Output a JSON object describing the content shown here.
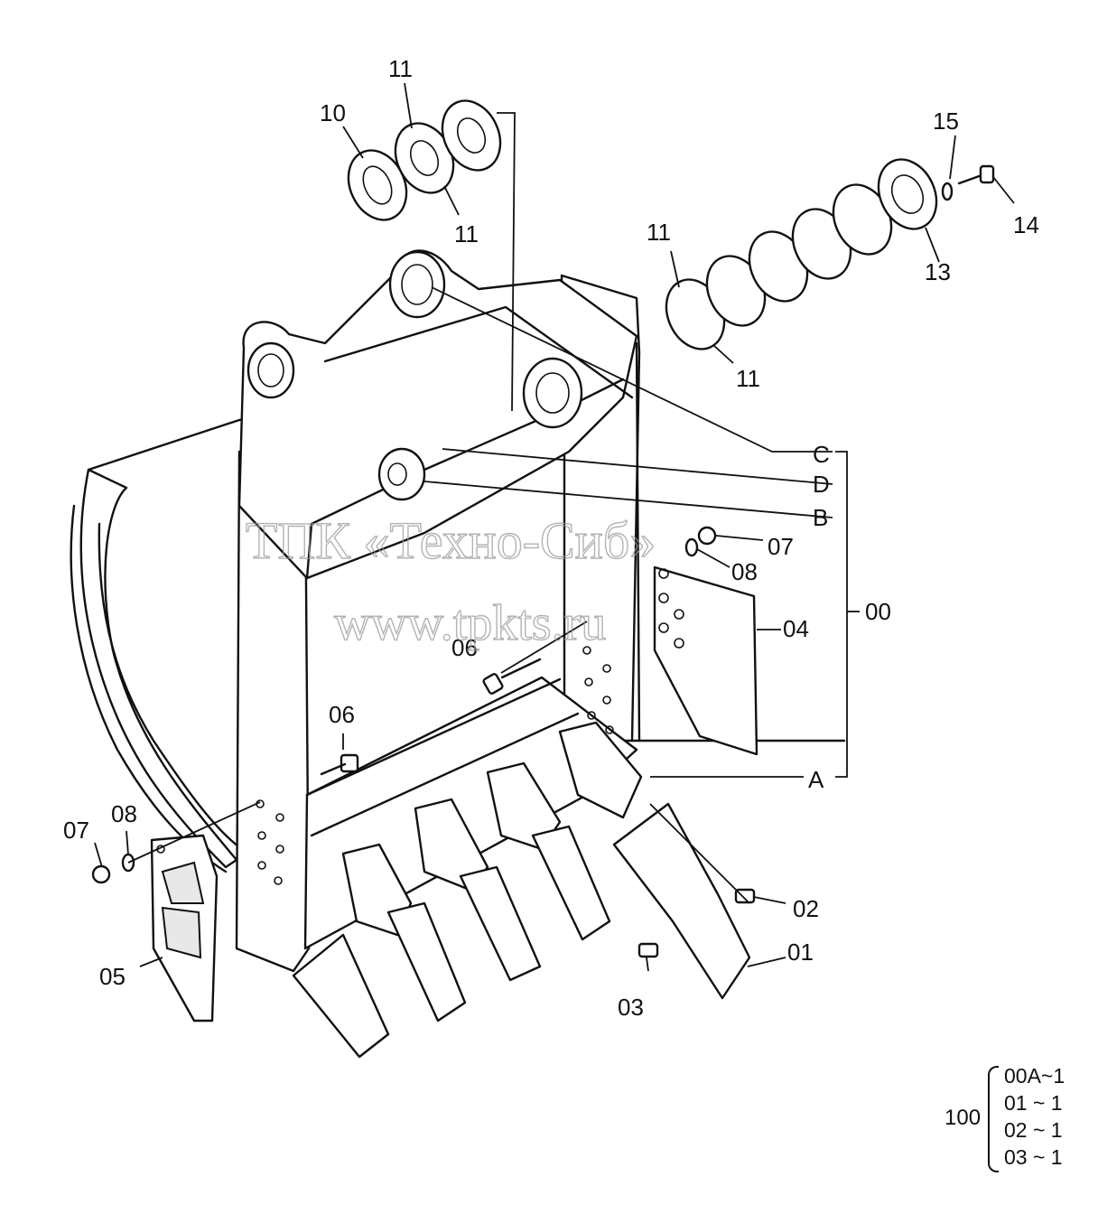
{
  "callouts": {
    "c00": "00",
    "c01": "01",
    "c02": "02",
    "c03": "03",
    "c04": "04",
    "c05": "05",
    "c06a": "06",
    "c06b": "06",
    "c07a": "07",
    "c07b": "07",
    "c08a": "08",
    "c08b": "08",
    "c10": "10",
    "c11a": "11",
    "c11b": "11",
    "c11c": "11",
    "c11d": "11",
    "c13": "13",
    "c14": "14",
    "c15": "15",
    "cA": "A",
    "cB": "B",
    "cC": "C",
    "cD": "D"
  },
  "watermark": {
    "line1": "ТПК «Техно-Сиб»",
    "line2": "www.tpkts.ru"
  },
  "quantity_table": {
    "assembly": "100",
    "rows": [
      "00A~1",
      "01 ~ 1",
      "02 ~ 1",
      "03 ~ 1"
    ]
  }
}
